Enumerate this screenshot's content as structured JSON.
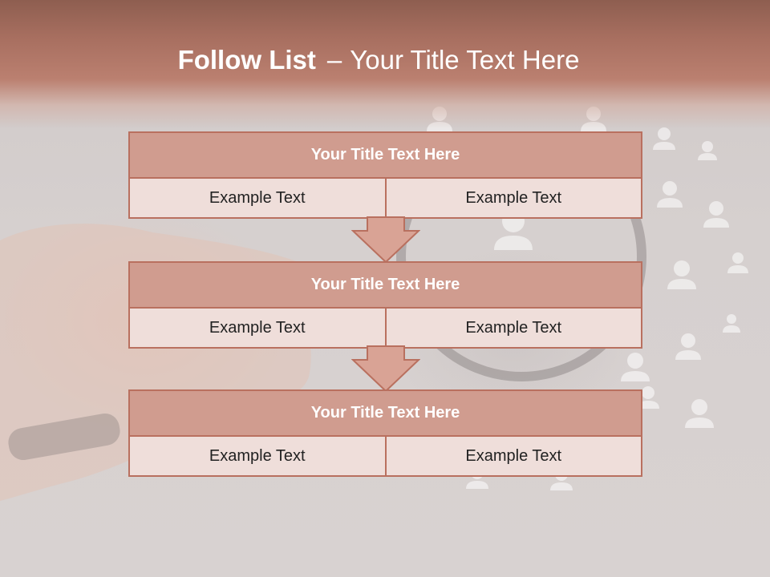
{
  "slide": {
    "title_bold": "Follow List",
    "title_dash": "–",
    "title_rest": "Your Title Text Here"
  },
  "steps": [
    {
      "title": "Your Title Text Here",
      "left": "Example Text",
      "right": "Example Text"
    },
    {
      "title": "Your Title Text Here",
      "left": "Example Text",
      "right": "Example Text"
    },
    {
      "title": "Your Title Text Here",
      "left": "Example Text",
      "right": "Example Text"
    }
  ],
  "colors": {
    "header": "#b87a6a",
    "box_header": "#d09c8f",
    "box_body": "#efdeda",
    "border": "#b9705f",
    "arrow_fill": "#d9a395"
  },
  "icons": [
    "person-icon",
    "magnifier-graphic",
    "hand-graphic",
    "down-arrow-icon"
  ]
}
